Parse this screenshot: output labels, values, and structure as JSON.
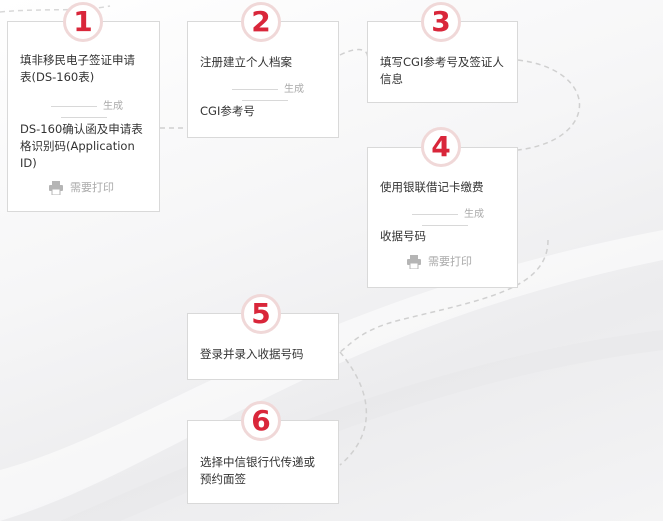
{
  "steps": [
    {
      "number": "1",
      "title": "填非移民电子签证申请表(DS-160表)",
      "generate_label": "生成",
      "output": "DS-160确认函及申请表格识别码(Application ID)",
      "print_label": "需要打印"
    },
    {
      "number": "2",
      "title": "注册建立个人档案",
      "generate_label": "生成",
      "output": "CGI参考号"
    },
    {
      "number": "3",
      "title": "填写CGI参考号及签证人信息"
    },
    {
      "number": "4",
      "title": "使用银联借记卡缴费",
      "generate_label": "生成",
      "output": "收据号码",
      "print_label": "需要打印"
    },
    {
      "number": "5",
      "title": "登录并录入收据号码"
    },
    {
      "number": "6",
      "title": "选择中信银行代传递或预约面签"
    }
  ],
  "icons": {
    "printer": "printer-icon"
  },
  "colors": {
    "accent": "#d9263a",
    "border": "#d9d9d9",
    "muted": "#aaaaaa"
  }
}
